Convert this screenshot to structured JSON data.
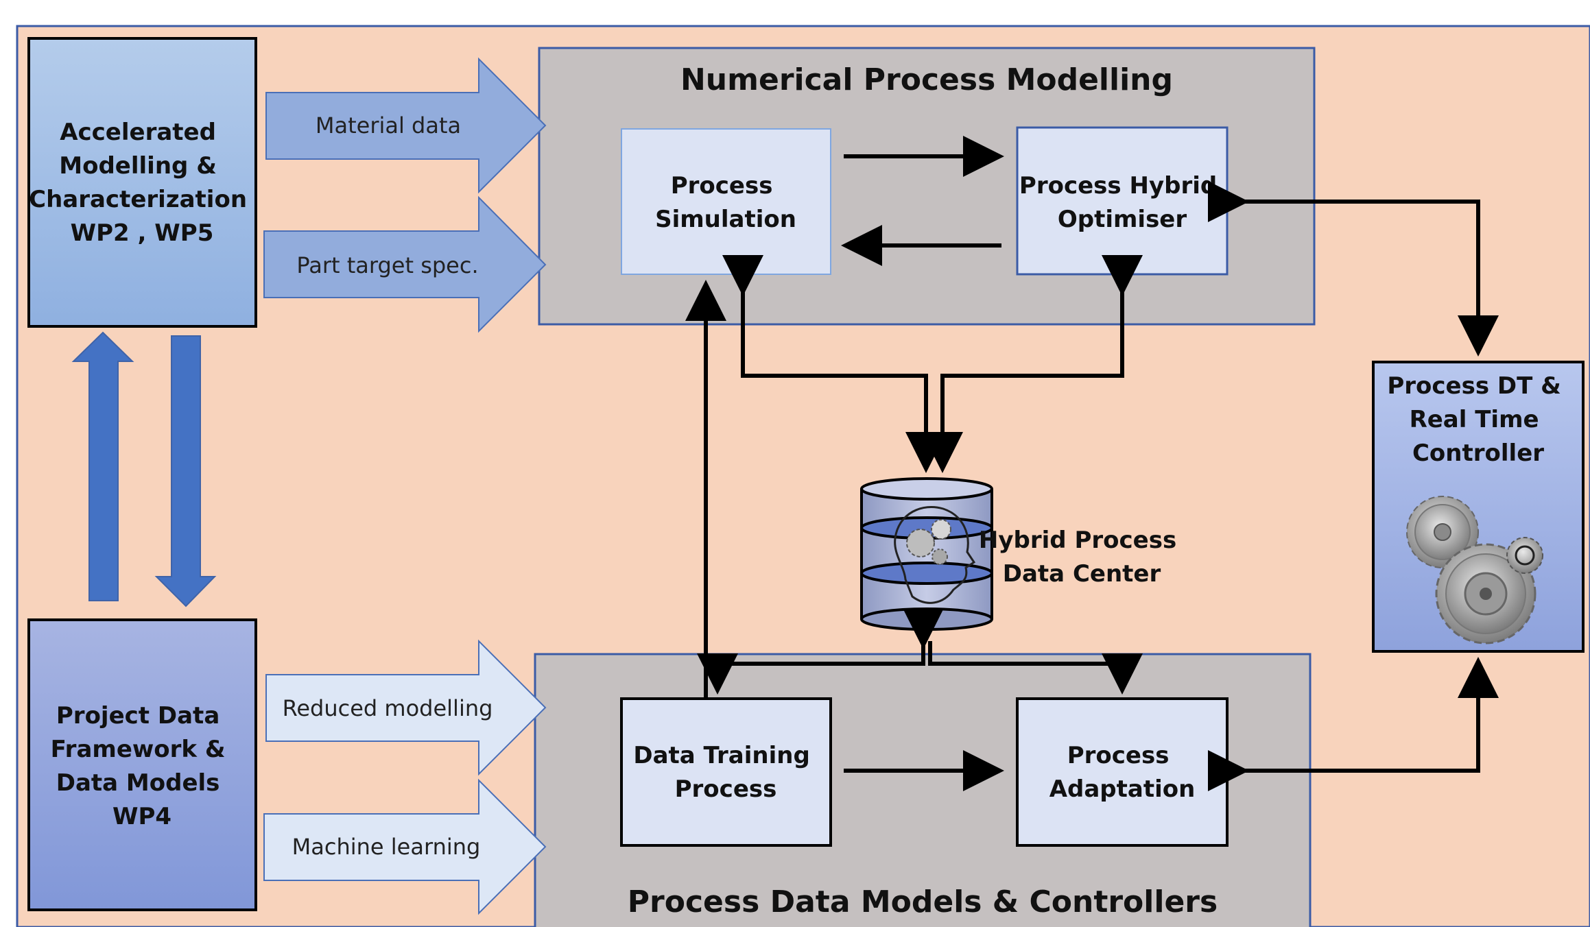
{
  "colors": {
    "canvas": "#F8D3BC",
    "section_fill": "#C5C0C0",
    "section_border": "#3B5BA6",
    "light_box": "#DCE3F4",
    "accent_blue": "#4472C4",
    "arrow_light": "#DDE7F6",
    "arrow_mid": "#92ACDC",
    "line": "#000000"
  },
  "sections": {
    "top_title": "Numerical  Process Modelling",
    "bottom_title": "Process Data Models & Controllers"
  },
  "left_boxes": {
    "top": [
      "Accelerated",
      "Modelling &",
      "Characterization",
      "WP2 , WP5"
    ],
    "bottom": [
      "Project Data",
      "Framework &",
      "Data Models",
      "WP4"
    ]
  },
  "input_arrows": {
    "material": "Material data",
    "part": "Part target spec.",
    "reduced": "Reduced modelling",
    "ml": "Machine learning"
  },
  "process_boxes": {
    "simulation": [
      "Process",
      "Simulation"
    ],
    "optimiser": [
      "Process Hybrid",
      "Optimiser"
    ],
    "training": [
      "Data Training",
      "Process"
    ],
    "adaptation": [
      "Process",
      "Adaptation"
    ]
  },
  "data_center": [
    "Hybrid Process",
    "Data Center"
  ],
  "controller": [
    "Process DT &",
    "Real Time",
    "Controller"
  ],
  "icons": {
    "database": "database-brain-icon",
    "gears": "gears-icon"
  }
}
